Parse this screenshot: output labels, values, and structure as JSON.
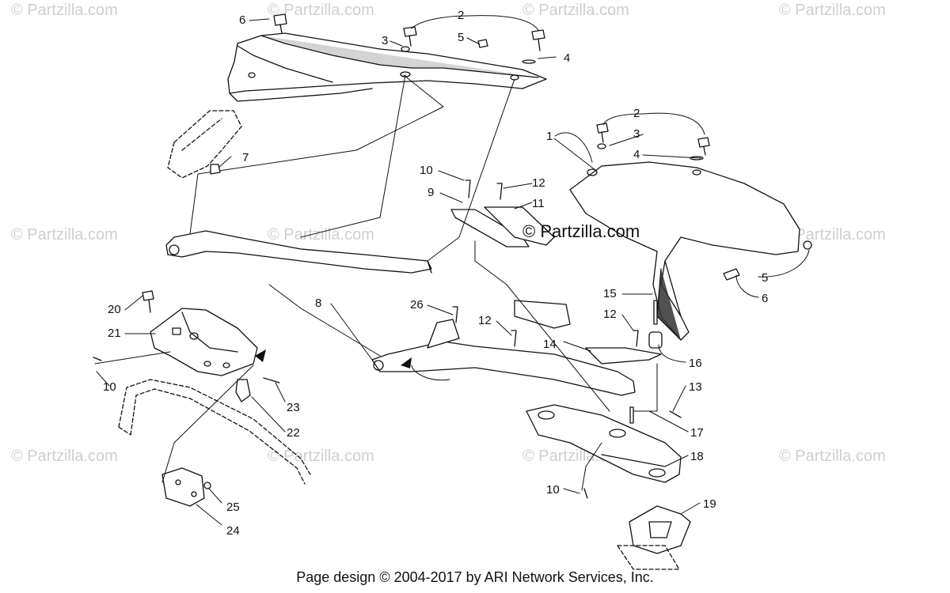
{
  "watermark": "© Partzilla.com",
  "center_watermark": "© Partzilla.com",
  "footer": "Page design © 2004-2017 by ARI Network Services, Inc.",
  "callouts": [
    "1",
    "2",
    "2",
    "3",
    "3",
    "4",
    "4",
    "5",
    "5",
    "6",
    "6",
    "7",
    "8",
    "9",
    "10",
    "10",
    "10",
    "11",
    "12",
    "12",
    "12",
    "13",
    "14",
    "15",
    "16",
    "17",
    "18",
    "19",
    "20",
    "21",
    "22",
    "23",
    "24",
    "25",
    "26"
  ],
  "colors": {
    "line": "#111111",
    "fill": "#ffffff",
    "shade": "#2a2a2a",
    "mid": "#8a8a8a",
    "watermark": "#cfcfcf"
  }
}
